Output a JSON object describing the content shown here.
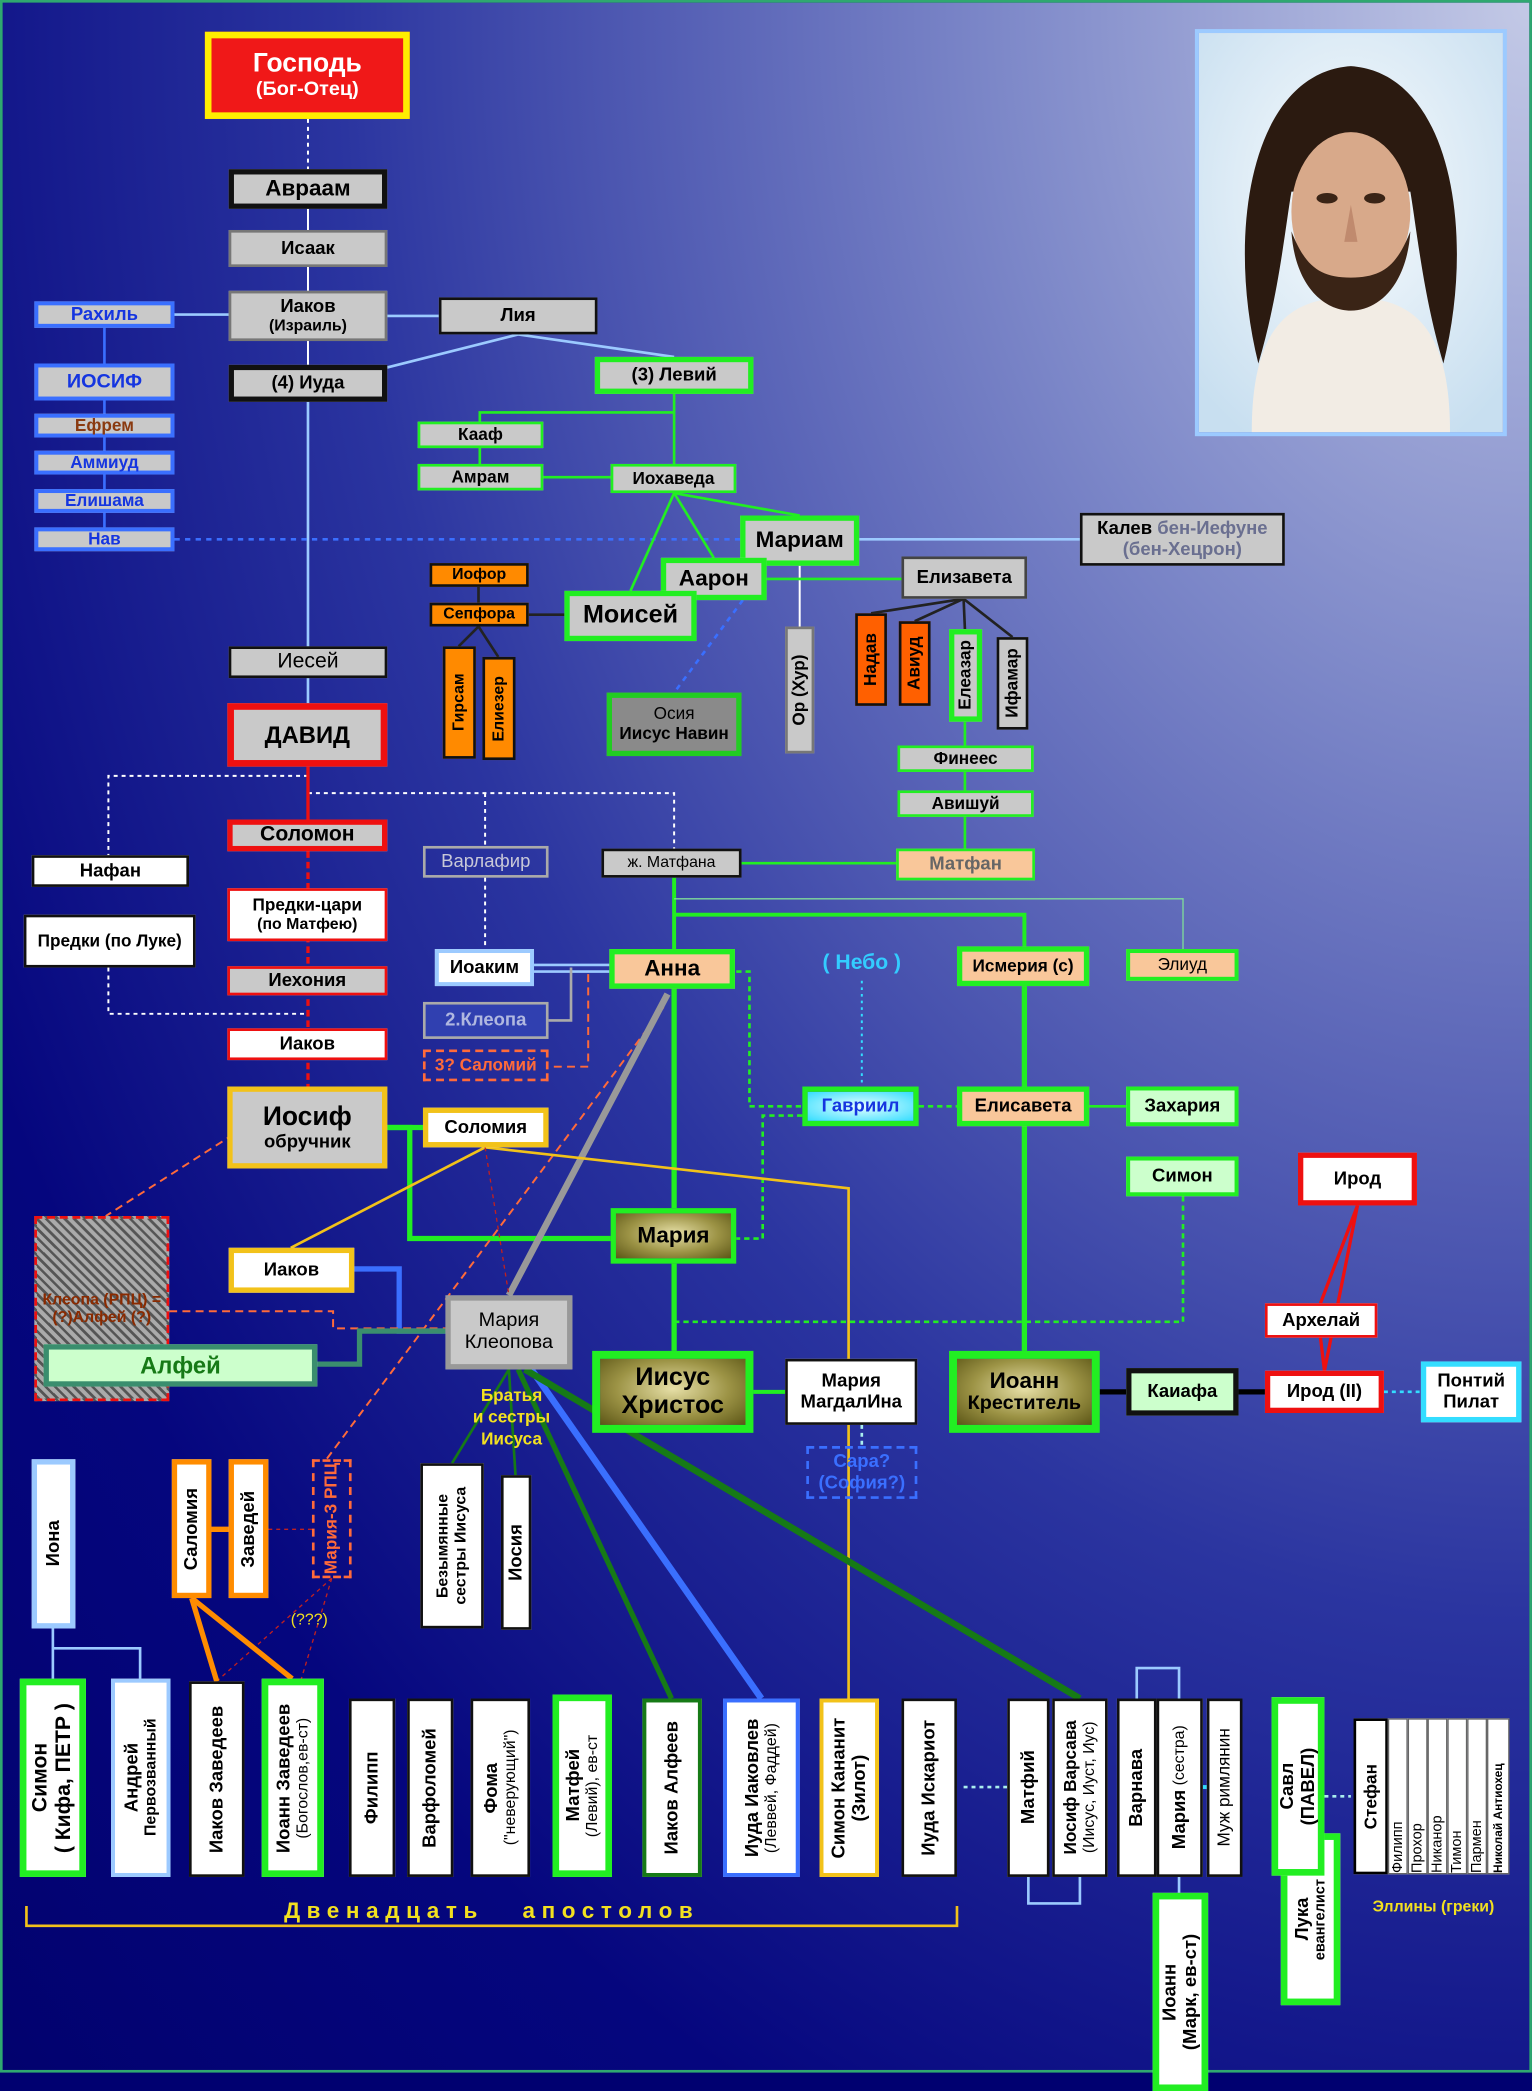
{
  "nodes": {
    "gospod": {
      "l1": "Господь",
      "l2": "(Бог-Отец)"
    },
    "avraam": "Авраам",
    "isaak": "Исаак",
    "iakov_israil": {
      "l1": "Иаков",
      "l2": "(Израиль)"
    },
    "liya": "Лия",
    "rahil": "Рахиль",
    "iosif_old": "ИОСИФ",
    "efrem": "Ефрем",
    "ammiud": "Аммиуд",
    "elishama": "Елишама",
    "nav": "Нав",
    "iuda4": "(4) Иуда",
    "leviy3": "(3) Левий",
    "kaaf": "Кааф",
    "amram": "Амрам",
    "iohaveda": "Иохаведа",
    "mariam": "Мариам",
    "kalev": {
      "l1": "Калев",
      "l1b": "бен-Иефуне",
      "l2": "(бен-Хецрон)"
    },
    "aaron": "Аарон",
    "elizaveta_old": "Елизавета",
    "iofor": "Иофор",
    "sepfora": "Сепфора",
    "moisey": "Моисей",
    "girsam": "Гирсам",
    "eliezer": "Елиезер",
    "osiya": {
      "l1": "Осия",
      "l2": "Иисус Навин"
    },
    "or": "Ор (Хур)",
    "nadav": "Надав",
    "aviud": "Авиуд",
    "eleazar": "Елеазар",
    "ifamar": "Ифамар",
    "finees": "Финеес",
    "avishuy": "Авишуй",
    "matfan": "Матфан",
    "iesey": "Иесей",
    "david": "ДАВИД",
    "solomon": "Соломон",
    "nafan": "Нафан",
    "predki_luka": "Предки (по Луке)",
    "predki_cari": {
      "l1": "Предки-цари",
      "l2": "(по Матфею)"
    },
    "iehoniya": "Иехония",
    "iakov_father": "Иаков",
    "iosif": {
      "l1": "Иосиф",
      "l2": "обручник"
    },
    "varlafir": "Варлафир",
    "zh_matfana": "ж. Матфана",
    "ioakim": "Иоаким",
    "kleopa2": "2.Клеопа",
    "salomiy3": "3? Саломий",
    "anna": "Анна",
    "nebo": "( Небо )",
    "ismeriya": "Исмерия (с)",
    "eliud": "Элиуд",
    "gavriil": "Гавриил",
    "elisaveta": "Елисавета",
    "zahariya": "Захария",
    "solomiya": "Соломия",
    "simon_r": "Симон",
    "irod": "Ирод",
    "mariya": "Мария",
    "iakov2": "Иаков",
    "kleopa_rpc": {
      "l1": "Клеопа (РПЦ) =",
      "l2": "(?)Алфей (?)"
    },
    "alfey": "Алфей",
    "mariya_kleopova": {
      "l1": "Мария",
      "l2": "Клеопова"
    },
    "arhelay": "Архелай",
    "iisus": {
      "l1": "Иисус",
      "l2": "Христос"
    },
    "magdalina": {
      "l1": "Мария",
      "l2": "МагдалИна"
    },
    "ioann_krestitel": {
      "l1": "Иоанн",
      "l2": "Креститель"
    },
    "kaiafa": "Каиафа",
    "irod2": "Ирод (II)",
    "pilat": {
      "l1": "Понтий",
      "l2": "Пилат"
    },
    "sara": {
      "l1": "Сара?",
      "l2": "(София?)"
    },
    "bratya": {
      "l1": "Братья",
      "l2": "и сестры",
      "l3": "Иисуса"
    },
    "iona": "Иона",
    "salomiya": "Саломия",
    "zavedey": "Заведей",
    "mariya3": "Мария-3 РПЦ",
    "qqq": "(???)",
    "sestry": {
      "l1": "Безымянные",
      "l2": "сестры Иисуса"
    },
    "iosiya": "Иосия"
  },
  "apostles": {
    "caption": "Двенадцать   апостолов",
    "items": [
      {
        "l1": "Симон",
        "l2": "( Кифа, ПЕТР )"
      },
      {
        "l1": "Андрей",
        "l2": "Первозванный"
      },
      {
        "l1": "Иаков Заведеев"
      },
      {
        "l1": "Иоанн Заведеев",
        "l2": "(Богослов,ев-ст)"
      },
      {
        "l1": "Филипп"
      },
      {
        "l1": "Варфоломей"
      },
      {
        "l1": "Фома",
        "l2": "(\"неверующий\")"
      },
      {
        "l1": "Матфей",
        "l2": "(Левий), ев-ст"
      },
      {
        "l1": "Иаков Алфеев"
      },
      {
        "l1": "Иуда Иаковлев",
        "l2": "(Леввей, Фаддей)"
      },
      {
        "l1": "Симон Кананит",
        "l2": "(Зилот)"
      },
      {
        "l1": "Иуда Искариот"
      }
    ]
  },
  "others": {
    "matfiy": "Матфий",
    "varsava": {
      "l1": "Иосиф Варсава",
      "l2": "(Иисус, Иуст, Иус)"
    },
    "varnava": "Варнава",
    "mariya_sestra": {
      "l1": "Мария",
      "l1b": " (сестра)"
    },
    "muzh": "Муж римлянин",
    "savl": {
      "l1": "Савл",
      "l2": "(ПАВЕЛ)"
    },
    "luka": {
      "l1": "Лука",
      "l2": "евангелист"
    },
    "ioann_mark": {
      "l1": "Иоанн",
      "l2": "(Марк, ев-ст)"
    }
  },
  "deacons": {
    "items": [
      "Стефан",
      "Филипп",
      "Прохор",
      "Никанор",
      "Тимон",
      "Пармен",
      "Николай Антиохец"
    ],
    "caption": "Эллины (греки)"
  }
}
